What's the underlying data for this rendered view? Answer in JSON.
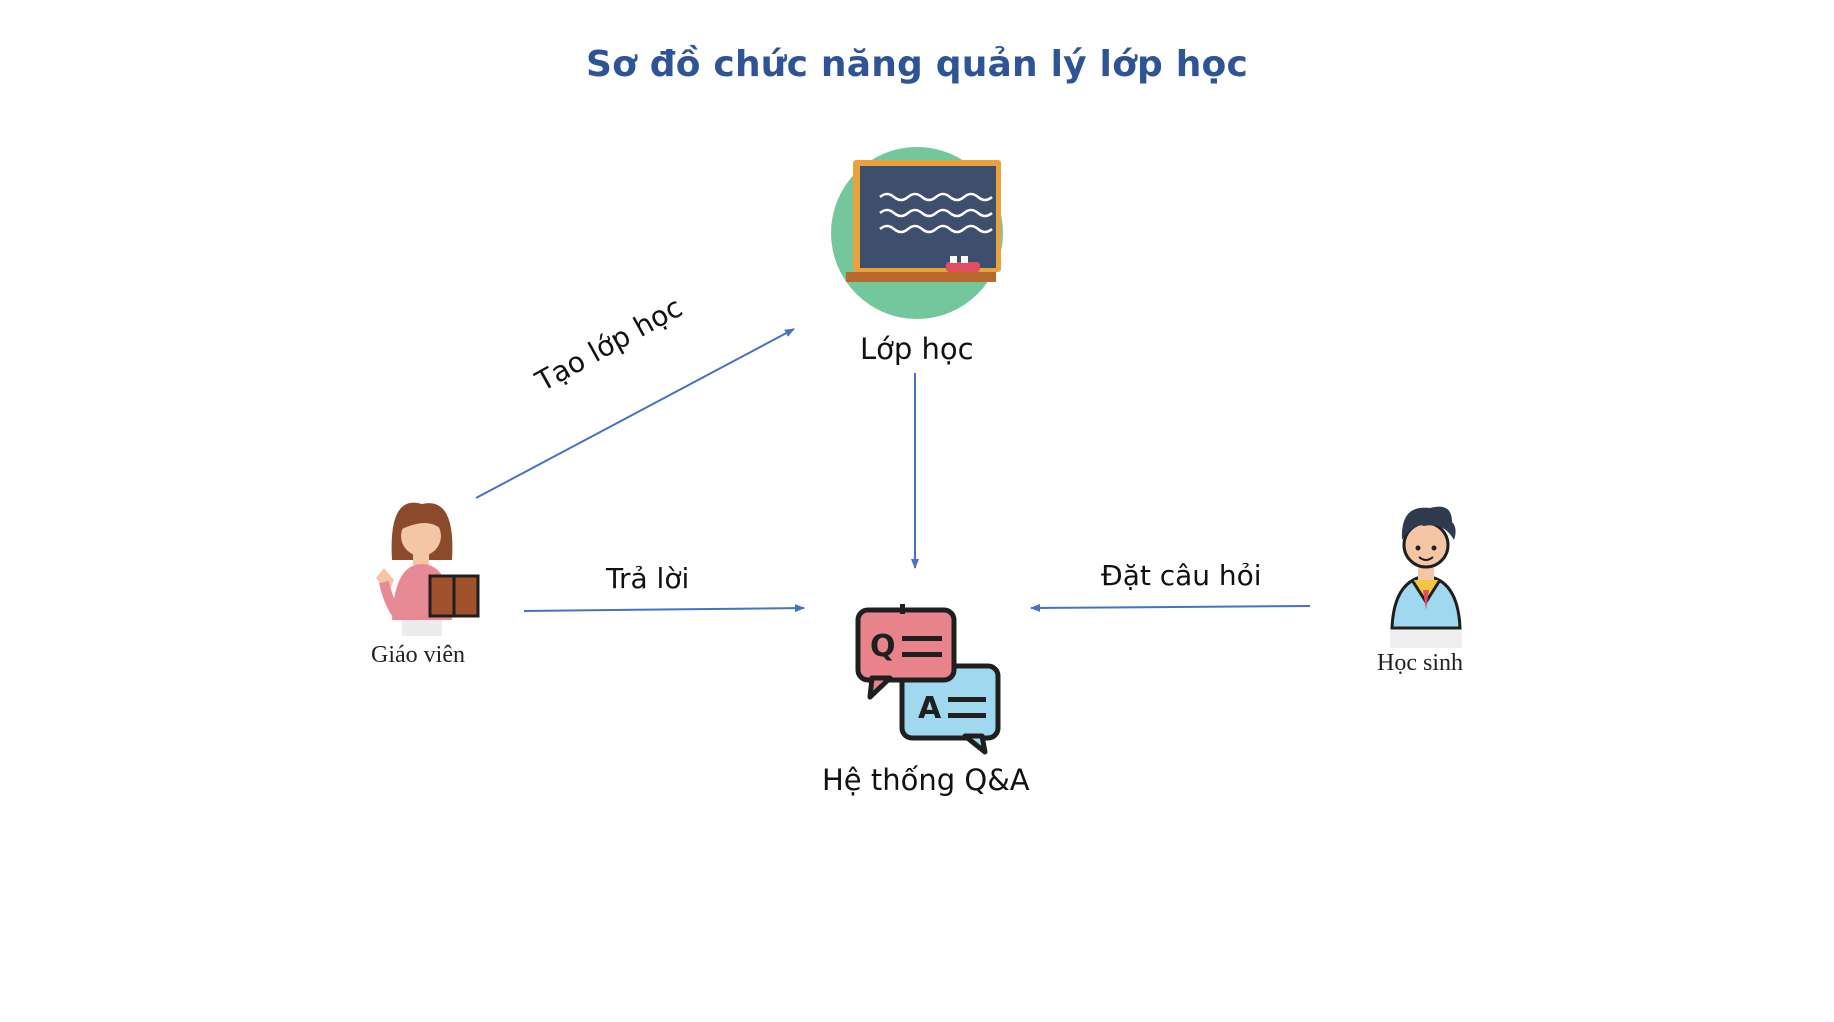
{
  "title": "Sơ đồ chức năng quản lý lớp học",
  "nodes": {
    "classroom": "Lớp học",
    "qa_system": "Hệ thống Q&A",
    "teacher": "Giáo viên",
    "student": "Học sinh"
  },
  "edges": {
    "create_class": "Tạo lớp học",
    "answer": "Trả lời",
    "ask_question": "Đặt câu hỏi"
  },
  "colors": {
    "title": "#2f5496",
    "arrow": "#4472c4",
    "chalkboard_circle": "#74c69d",
    "question_bubble": "#e8838b",
    "answer_bubble": "#9fd8ef"
  }
}
